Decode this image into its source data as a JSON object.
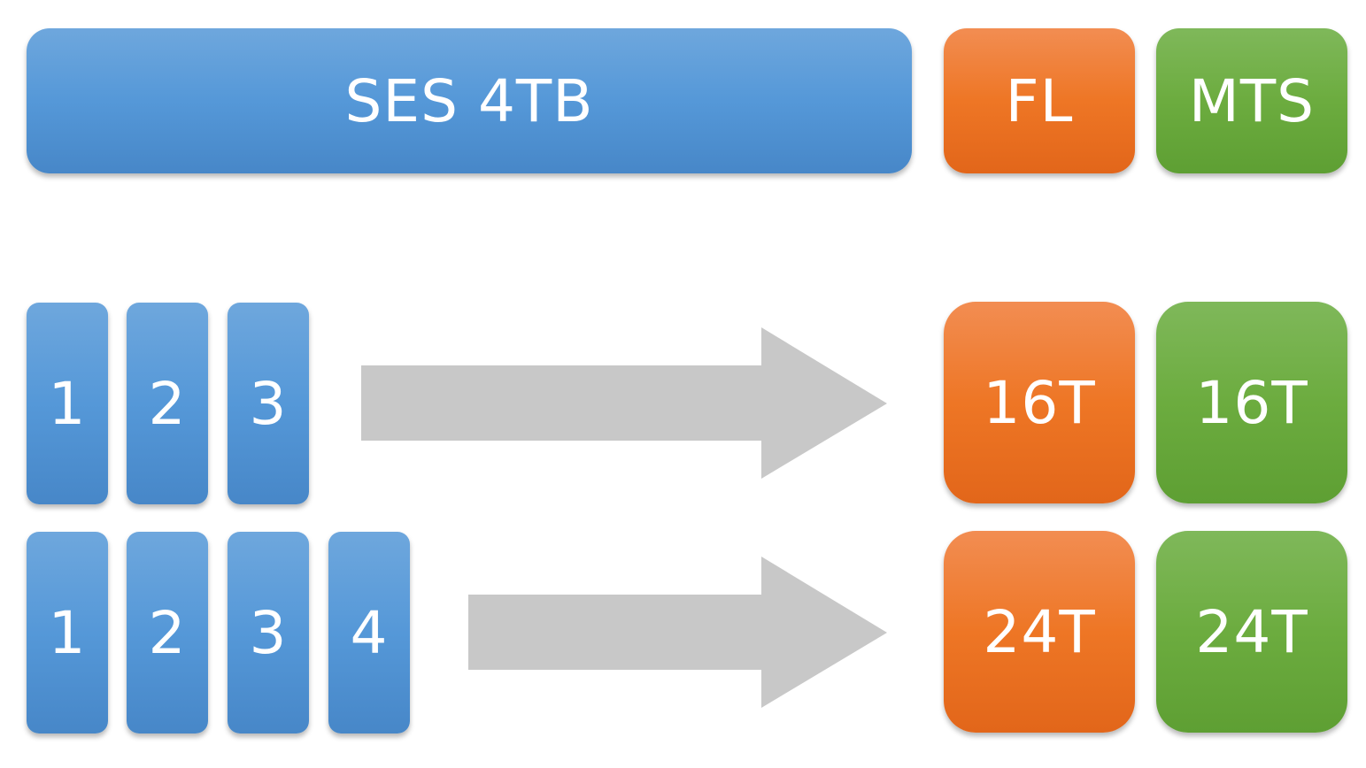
{
  "header": {
    "ses_label": "SES 4TB",
    "fl_label": "FL",
    "mts_label": "MTS"
  },
  "row1": {
    "blocks": [
      "1",
      "2",
      "3"
    ],
    "fl_value": "16T",
    "mts_value": "16T"
  },
  "row2": {
    "blocks": [
      "1",
      "2",
      "3",
      "4"
    ],
    "fl_value": "24T",
    "mts_value": "24T"
  },
  "colors": {
    "blue": "#5598d8",
    "orange": "#ee7625",
    "green": "#6cac3f",
    "arrow": "#c8c8c8"
  }
}
